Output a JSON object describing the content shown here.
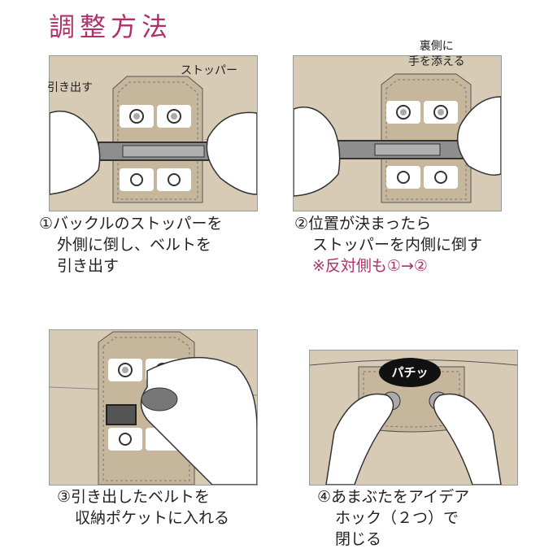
{
  "title": "調整方法",
  "labels": {
    "pull": "引き出す",
    "stopper": "ストッパー",
    "back_line1": "裏側に",
    "back_line2": "手を添える",
    "snap": "パチッ"
  },
  "steps": [
    {
      "lines": [
        "①バックルのストッパーを",
        "外側に倒し、ベルトを",
        "引き出す"
      ]
    },
    {
      "lines": [
        "②位置が決まったら",
        "ストッパーを内側に倒す"
      ],
      "note": "※反対側も①→②"
    },
    {
      "lines": [
        "③引き出したベルトを",
        "収納ポケットに入れる"
      ]
    },
    {
      "lines": [
        "④あまぶたをアイデア",
        "ホック（２つ）で",
        "閉じる"
      ]
    }
  ],
  "colors": {
    "title": "#b0306a",
    "leather": "#d8cbb6",
    "leather_dark": "#c6b69c",
    "buckle": "#8e8e8e",
    "skin": "#ffffff",
    "note": "#b0306a"
  }
}
